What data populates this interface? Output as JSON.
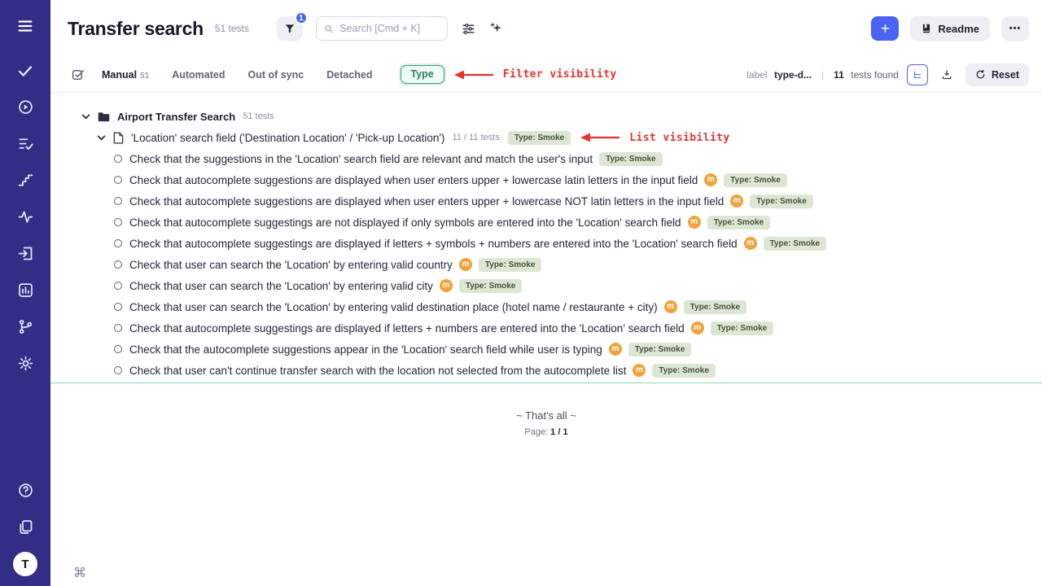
{
  "colors": {
    "accent_blue": "#4b63f2",
    "sidebar_bg": "#332e85",
    "annotation_red": "#e5332e",
    "badge_green_bg": "#dbe7d2",
    "badge_green_text": "#49523f",
    "m_badge_bg": "#f0a33c",
    "type_chip_border": "#35a27e"
  },
  "sidebar": {
    "icons": [
      "menu-icon",
      "check-icon",
      "test-runs-icon",
      "test-cases-icon",
      "steps-icon",
      "activity-icon",
      "test-plans-icon",
      "reports-icon",
      "milestones-icon",
      "settings-icon",
      "help-icon",
      "documents-icon"
    ],
    "avatar_letter": "T"
  },
  "header": {
    "title": "Transfer search",
    "tests_count": "51 tests",
    "filter_badge": "1",
    "search_placeholder": "Search [Cmd + K]",
    "add_label": "+",
    "readme_label": "Readme",
    "more_label": "•••"
  },
  "toolbar": {
    "tabs": [
      {
        "label": "Manual",
        "count": "51"
      },
      {
        "label": "Automated",
        "count": ""
      },
      {
        "label": "Out of sync",
        "count": ""
      },
      {
        "label": "Detached",
        "count": ""
      }
    ],
    "type_chip": "Type",
    "filter_annotation": "Filter visibility",
    "label_prefix": "label",
    "label_value": "type-d...",
    "divider": "|",
    "found_count": "11",
    "found_suffix": "tests found",
    "reset_label": "Reset"
  },
  "tree": {
    "folder": {
      "name": "Airport Transfer Search",
      "count": "51 tests"
    },
    "suite": {
      "name": "'Location' search field ('Destination Location' / 'Pick-up Location')",
      "count": "11 / 11 tests",
      "badge": "Type: Smoke",
      "annotation": "List visibility"
    },
    "tests": [
      {
        "title": "Check that the suggestions in the 'Location' search field are relevant and match the user's input",
        "m": "",
        "badge": "Type: Smoke"
      },
      {
        "title": "Check that autocomplete suggestions are displayed when user enters upper + lowercase latin letters in the input field",
        "m": "m",
        "badge": "Type: Smoke"
      },
      {
        "title": "Check that autocomplete suggestions are displayed when user enters upper + lowercase NOT latin letters in the input field",
        "m": "m",
        "badge": "Type: Smoke"
      },
      {
        "title": "Check that autocomplete suggestings are not displayed if only symbols are entered into the 'Location' search field",
        "m": "m",
        "badge": "Type: Smoke"
      },
      {
        "title": "Check that autocomplete suggestings are displayed if letters + symbols + numbers are entered into the 'Location' search field",
        "m": "m",
        "badge": "Type: Smoke"
      },
      {
        "title": "Check that user can search the 'Location' by entering valid country",
        "m": "m",
        "badge": "Type: Smoke"
      },
      {
        "title": "Check that user can search the 'Location' by entering valid city",
        "m": "m",
        "badge": "Type: Smoke"
      },
      {
        "title": "Check that user can search the 'Location' by entering valid destination place (hotel name / restaurante + city)",
        "m": "m",
        "badge": "Type: Smoke"
      },
      {
        "title": "Check that autocomplete suggestings are displayed if letters + numbers are entered into the 'Location' search field",
        "m": "m",
        "badge": "Type: Smoke"
      },
      {
        "title": "Check that the autocomplete suggestions appear in the 'Location' search field while user is typing",
        "m": "m",
        "badge": "Type: Smoke"
      },
      {
        "title": "Check that user can't continue transfer search with the location not selected from the autocomplete list",
        "m": "m",
        "badge": "Type: Smoke"
      }
    ]
  },
  "footer": {
    "end_text": "~ That's all ~",
    "page_label": "Page:",
    "page_value": "1 / 1",
    "cmd_icon": "⌘"
  }
}
